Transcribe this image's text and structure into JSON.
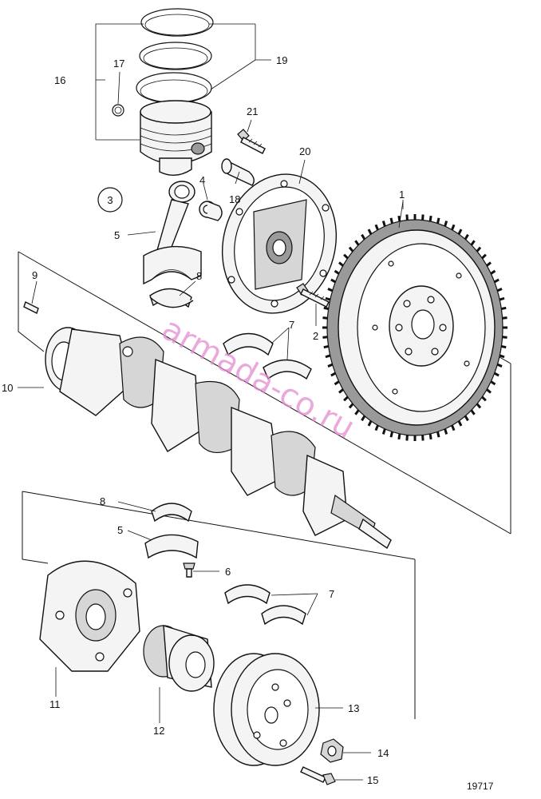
{
  "callouts": {
    "c1": "1",
    "c2": "2",
    "c3": "3",
    "c4": "4",
    "c5_top": "5",
    "c5_bottom": "5",
    "c6": "6",
    "c7_top": "7",
    "c7_bottom": "7",
    "c8_top": "8",
    "c8_bottom": "8",
    "c9": "9",
    "c10": "10",
    "c11": "11",
    "c12": "12",
    "c13": "13",
    "c14": "14",
    "c15": "15",
    "c16": "16",
    "c17": "17",
    "c18": "18",
    "c19": "19",
    "c20": "20",
    "c21": "21"
  },
  "watermark": "armada-co.ru",
  "figure_number": "19717"
}
